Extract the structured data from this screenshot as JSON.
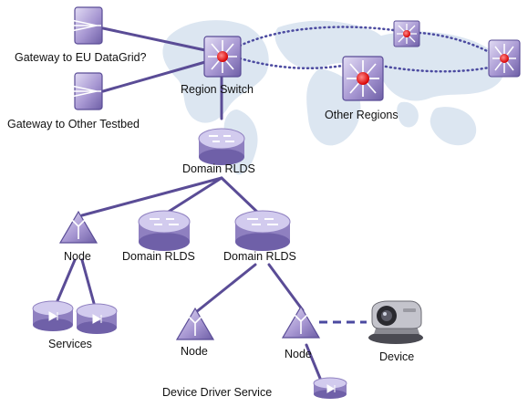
{
  "labels": {
    "gateway_eu": "Gateway to EU DataGrid?",
    "gateway_other": "Gateway to Other Testbed",
    "region_switch": "Region Switch",
    "other_regions": "Other Regions",
    "domain_rlds_top": "Domain RLDS",
    "node_left": "Node",
    "domain_rlds_mid": "Domain RLDS",
    "domain_rlds_right": "Domain RLDS",
    "services": "Services",
    "node_bottom_left": "Node",
    "node_bottom_right": "Node",
    "device": "Device",
    "device_driver_service": "Device Driver Service"
  },
  "icons": {
    "gateway": "gateway-icon",
    "switch": "switch-icon",
    "router": "router-icon",
    "node": "node-icon",
    "service": "service-icon",
    "device": "camera-icon",
    "background": "world-map"
  },
  "colors": {
    "device_fill": "#b3a6d6",
    "device_dark": "#6f60a8",
    "device_light": "#ddd6f2",
    "link": "#5a4c96",
    "switch_core": "#ee2222",
    "map": "#d8e4f0"
  }
}
